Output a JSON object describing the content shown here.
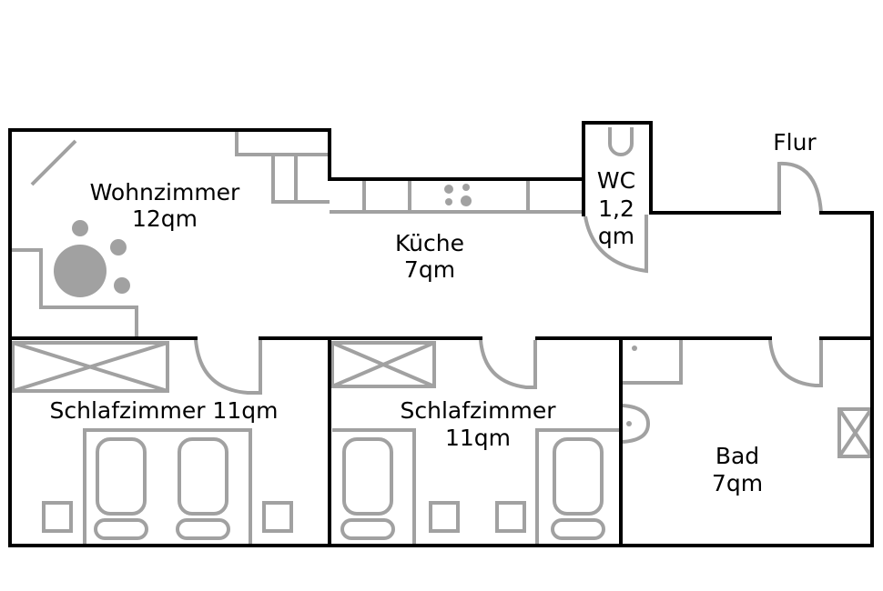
{
  "rooms": {
    "wohnzimmer": {
      "name": "Wohnzimmer",
      "area": "12qm"
    },
    "kueche": {
      "name": "Küche",
      "area": "7qm"
    },
    "wc": {
      "name": "WC",
      "area_line1": "1,2",
      "area_line2": "qm"
    },
    "flur": {
      "name": "Flur"
    },
    "schlaf1": {
      "name": "Schlafzimmer 11qm"
    },
    "schlaf2": {
      "name": "Schlafzimmer",
      "area": "11qm"
    },
    "bad": {
      "name": "Bad",
      "area": "7qm"
    }
  },
  "colors": {
    "wall": "#000000",
    "furniture": "#a1a1a1",
    "background": "#ffffff"
  }
}
